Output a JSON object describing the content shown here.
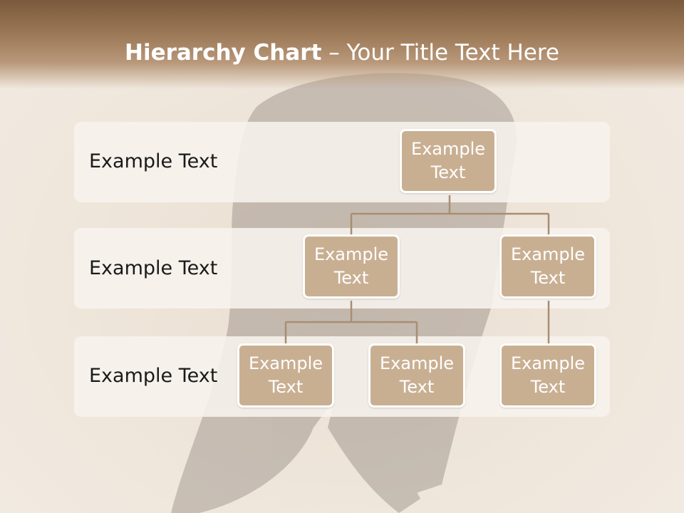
{
  "title": {
    "bold": "Hierarchy Chart",
    "rest": " – Your Title Text Here"
  },
  "levels": [
    {
      "label": "Example Text"
    },
    {
      "label": "Example Text"
    },
    {
      "label": "Example Text"
    }
  ],
  "nodes": {
    "root": "Example Text",
    "l2_left": "Example Text",
    "l2_right": "Example Text",
    "l3_a": "Example Text",
    "l3_b": "Example Text",
    "l3_c": "Example Text"
  },
  "colors": {
    "node_fill": "#c9af92",
    "connector": "#a88e72",
    "title_band": "#8a6a4a"
  }
}
